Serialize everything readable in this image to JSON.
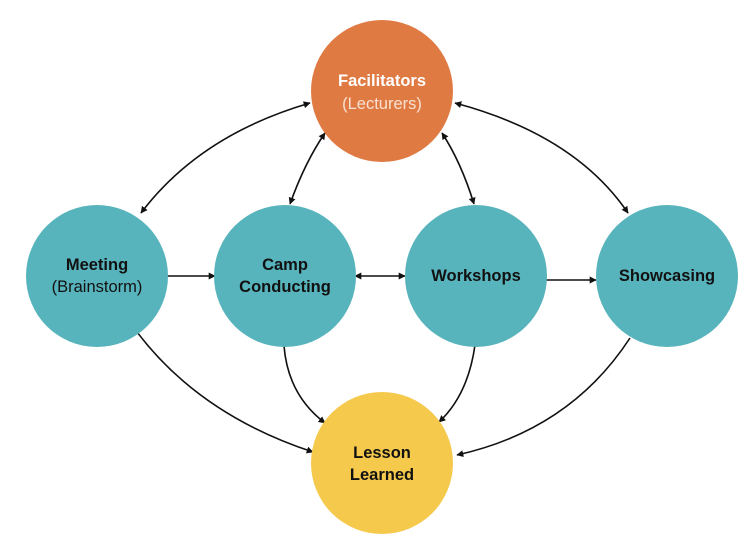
{
  "nodes": {
    "facilitators": {
      "title": "Facilitators",
      "subtitle": "(Lecturers)",
      "color": "#E07A43",
      "text_color": "#FFFFFF",
      "subtitle_color": "#F8E1D2"
    },
    "meeting": {
      "title": "Meeting",
      "subtitle": "(Brainstorm)",
      "color": "#58B4BC",
      "text_color": "#111111"
    },
    "camp": {
      "line1": "Camp",
      "line2": "Conducting",
      "color": "#58B4BC",
      "text_color": "#111111"
    },
    "workshops": {
      "title": "Workshops",
      "color": "#58B4BC",
      "text_color": "#111111"
    },
    "showcasing": {
      "title": "Showcasing",
      "color": "#58B4BC",
      "text_color": "#111111"
    },
    "lesson": {
      "line1": "Lesson",
      "line2": "Learned",
      "color": "#F5C94C",
      "text_color": "#111111"
    }
  },
  "edges": [
    {
      "from": "facilitators",
      "to": "meeting",
      "direction": "both"
    },
    {
      "from": "facilitators",
      "to": "camp",
      "direction": "both"
    },
    {
      "from": "facilitators",
      "to": "workshops",
      "direction": "both"
    },
    {
      "from": "facilitators",
      "to": "showcasing",
      "direction": "both"
    },
    {
      "from": "meeting",
      "to": "camp",
      "direction": "forward"
    },
    {
      "from": "camp",
      "to": "workshops",
      "direction": "both"
    },
    {
      "from": "workshops",
      "to": "showcasing",
      "direction": "forward"
    },
    {
      "from": "meeting",
      "to": "lesson",
      "direction": "forward"
    },
    {
      "from": "camp",
      "to": "lesson",
      "direction": "forward"
    },
    {
      "from": "workshops",
      "to": "lesson",
      "direction": "forward"
    },
    {
      "from": "showcasing",
      "to": "lesson",
      "direction": "forward"
    }
  ],
  "edge_color": "#111111"
}
